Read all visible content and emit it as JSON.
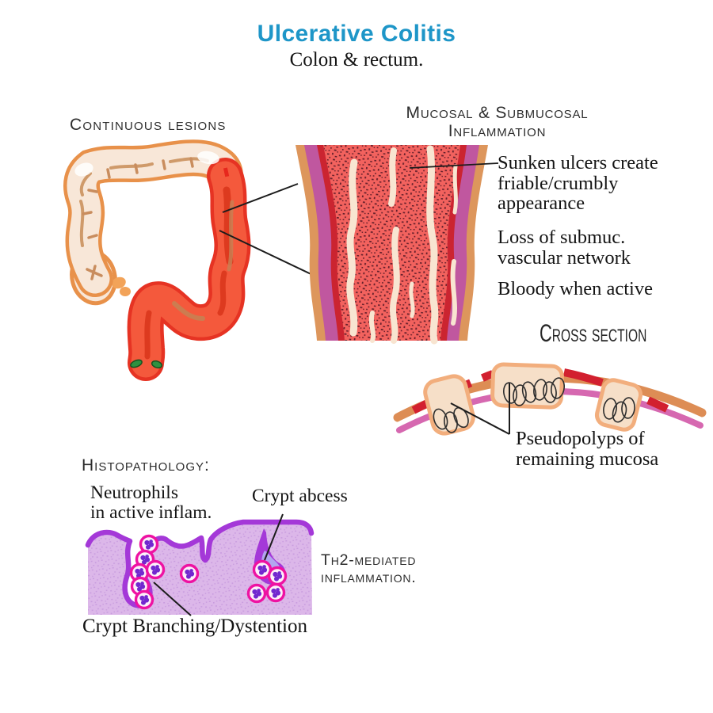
{
  "colors": {
    "title_accent": "#1e96c8",
    "healthy_colon_fill": "#f8e7d8",
    "healthy_colon_outline": "#e8914a",
    "inflamed_red": "#f4593c",
    "inflamed_outline": "#e63323",
    "serosa_tan": "#dd965c",
    "muscularis_purple": "#c0579f",
    "mucosa_red": "#f2625e",
    "ulcer_cream": "#f8e5d1",
    "histology_lavender": "#dcb7e9",
    "crypt_purple": "#a438d8",
    "neutrophil_pink": "#ee12a2"
  },
  "header": {
    "title": "Ulcerative Colitis",
    "subtitle": "Colon & rectum."
  },
  "gross_pathology": {
    "continuous_lesions_label": "Continuous lesions",
    "inflammation_heading": [
      "Mucosal & Submucosal",
      "Inflammation"
    ],
    "annotations": {
      "sunken_ulcers": [
        "Sunken ulcers create",
        "friable/crumbly",
        "appearance"
      ],
      "vascular": [
        "Loss of submuc.",
        "vascular network"
      ],
      "bloody": [
        "Bloody when active"
      ]
    }
  },
  "cross_section": {
    "heading": "Cross section",
    "pseudopolyps_label": [
      "Pseudopolyps of",
      "remaining mucosa"
    ]
  },
  "histopathology": {
    "heading": "Histopathology:",
    "neutrophils_label": [
      "Neutrophils",
      "in active inflam."
    ],
    "crypt_abscess_label": "Crypt abcess",
    "th2_label": [
      "Th2-mediated",
      "inflammation."
    ],
    "crypt_branching_label": "Crypt Branching/Dystention"
  }
}
